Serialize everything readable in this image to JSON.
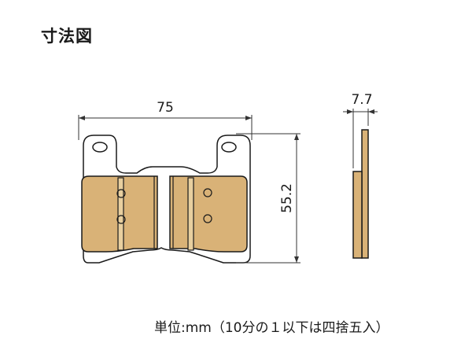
{
  "title": "寸法図",
  "dimensions": {
    "width": "75",
    "height": "55.2",
    "thickness": "7.7"
  },
  "unit_note": "単位:mm（10分の１以下は四捨五入）",
  "colors": {
    "pad_fill": "#d9b277",
    "outline": "#1a1a1a",
    "dim_line": "#333333"
  }
}
